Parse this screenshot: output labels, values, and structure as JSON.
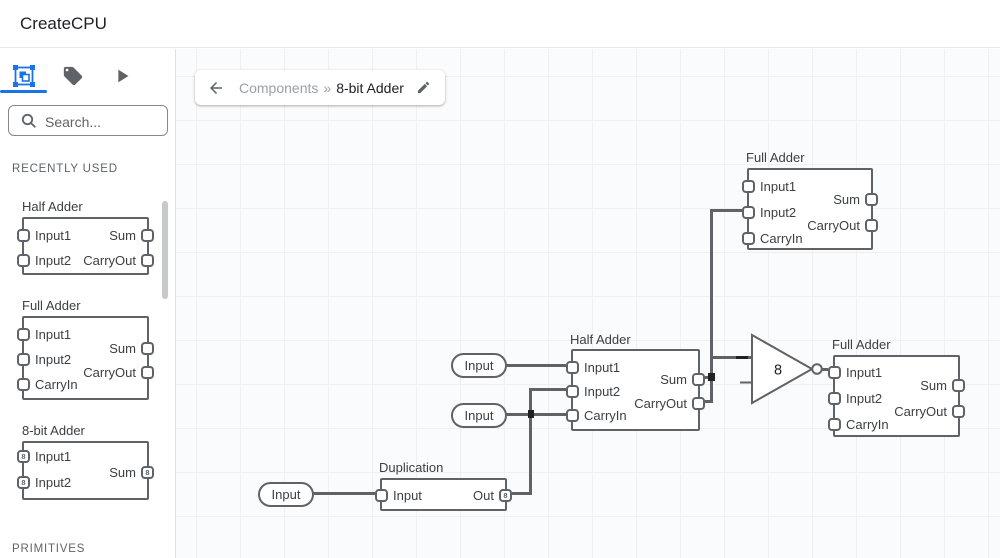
{
  "app": {
    "title": "CreateCPU"
  },
  "colors": {
    "accent": "#1a73e8",
    "wire_gray": "#5f6368",
    "text_dark": "#202124",
    "text_muted": "#9aa0a6"
  },
  "sidebar": {
    "tabs": [
      {
        "id": "components",
        "icon": "components-icon",
        "active": true
      },
      {
        "id": "tags",
        "icon": "tag-icon",
        "active": false
      },
      {
        "id": "simulate",
        "icon": "play-icon",
        "active": false
      }
    ],
    "search_placeholder": "Search...",
    "recent_header": "RECENTLY USED",
    "primitives_header": "PRIMITIVES",
    "cards": [
      {
        "title": "Half Adder",
        "left_ports": [
          {
            "label": "Input1"
          },
          {
            "label": "Input2"
          }
        ],
        "right_ports": [
          {
            "label": "Sum"
          },
          {
            "label": "CarryOut"
          }
        ]
      },
      {
        "title": "Full Adder",
        "left_ports": [
          {
            "label": "Input1"
          },
          {
            "label": "Input2"
          },
          {
            "label": "CarryIn"
          }
        ],
        "right_ports": [
          {
            "label": "Sum"
          },
          {
            "label": "CarryOut"
          }
        ]
      },
      {
        "title": "8-bit Adder",
        "left_ports": [
          {
            "label": "Input1",
            "width": "8"
          },
          {
            "label": "Input2",
            "width": "8"
          }
        ],
        "right_ports": [
          {
            "label": "Sum",
            "width": "8"
          }
        ]
      }
    ]
  },
  "breadcrumb": {
    "parent": "Components",
    "separator": "»",
    "current": "8-bit Adder"
  },
  "canvas": {
    "nodes": {
      "full_adder_top": {
        "title": "Full Adder",
        "left_ports": [
          {
            "label": "Input1"
          },
          {
            "label": "Input2"
          },
          {
            "label": "CarryIn"
          }
        ],
        "right_ports": [
          {
            "label": "Sum"
          },
          {
            "label": "CarryOut"
          }
        ]
      },
      "half_adder": {
        "title": "Half Adder",
        "left_ports": [
          {
            "label": "Input1"
          },
          {
            "label": "Input2"
          },
          {
            "label": "CarryIn"
          }
        ],
        "right_ports": [
          {
            "label": "Sum"
          },
          {
            "label": "CarryOut"
          }
        ]
      },
      "full_adder_right": {
        "title": "Full Adder",
        "left_ports": [
          {
            "label": "Input1"
          },
          {
            "label": "Input2"
          },
          {
            "label": "CarryIn"
          }
        ],
        "right_ports": [
          {
            "label": "Sum"
          },
          {
            "label": "CarryOut"
          }
        ]
      },
      "duplication": {
        "title": "Duplication",
        "left_ports": [
          {
            "label": "Input"
          }
        ],
        "right_ports": [
          {
            "label": "Out",
            "width": "8"
          }
        ]
      },
      "inverter": {
        "label": "8"
      },
      "input_pills": [
        {
          "label": "Input"
        },
        {
          "label": "Input"
        },
        {
          "label": "Input"
        }
      ]
    }
  }
}
